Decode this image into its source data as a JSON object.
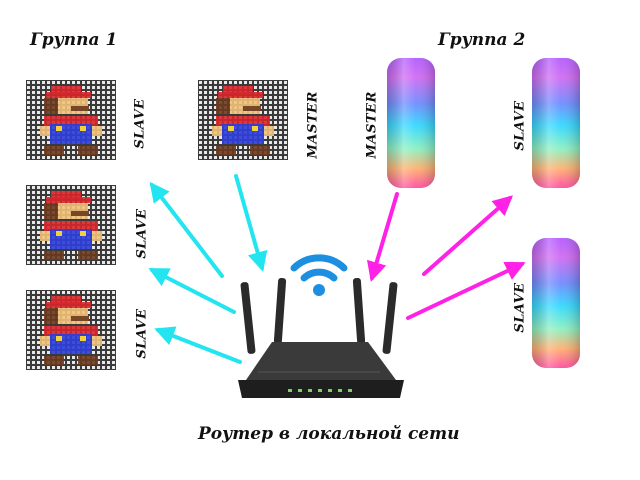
{
  "groups": {
    "group1": {
      "title": "Группа 1",
      "devices": [
        {
          "role": "SLAVE"
        },
        {
          "role": "SLAVE"
        },
        {
          "role": "SLAVE"
        }
      ],
      "master": {
        "role": "MASTER"
      }
    },
    "group2": {
      "title": "Группа 2",
      "master": {
        "role": "MASTER"
      },
      "devices": [
        {
          "role": "SLAVE"
        },
        {
          "role": "SLAVE"
        }
      ]
    }
  },
  "router": {
    "caption": "Роутер в локальной сети"
  },
  "colors": {
    "group1_arrows": "#22e5f0",
    "group2_arrows": "#ff22e6",
    "wifi": "#1c8fe0",
    "router_body": "#2b2b2b",
    "panel_frame": "#4a4a4a"
  }
}
